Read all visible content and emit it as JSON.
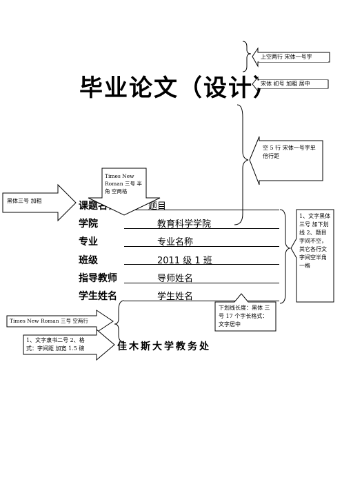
{
  "title": "毕业论文（设计）",
  "fields": [
    {
      "label": "课题名称",
      "value": "题目"
    },
    {
      "label": "学院",
      "value": "教育科学学院"
    },
    {
      "label": "专业",
      "value": "专业名称"
    },
    {
      "label": "班级",
      "value": "2011 级  1 班"
    },
    {
      "label": "指导教师",
      "value": "导师姓名"
    },
    {
      "label": "学生姓名",
      "value": "学生姓名"
    }
  ],
  "footer": "佳木斯大学教务处",
  "notes": {
    "top_spacing": "上空两行  宋体一号字",
    "title_format": "宋体  初号  加粗  居中",
    "gap_format": "空 5 行    宋体一号字单倍行距",
    "label_font": "黑体三号  加粗",
    "number_font": "Times  New  Roman 三号  半角  空两格",
    "field_rules": "1、文字黑体三号    加下划线 2、题目字间不空，其它各行文字间空半角一格",
    "underline_rule": "下划线长度：黑体  三号 17 个字长格式：文字居中",
    "date_rule": "Times New Roman  三号  空两行",
    "footer_rule": "1、文字隶书二号 2、格式：字间距  加宽 1.5 磅"
  }
}
